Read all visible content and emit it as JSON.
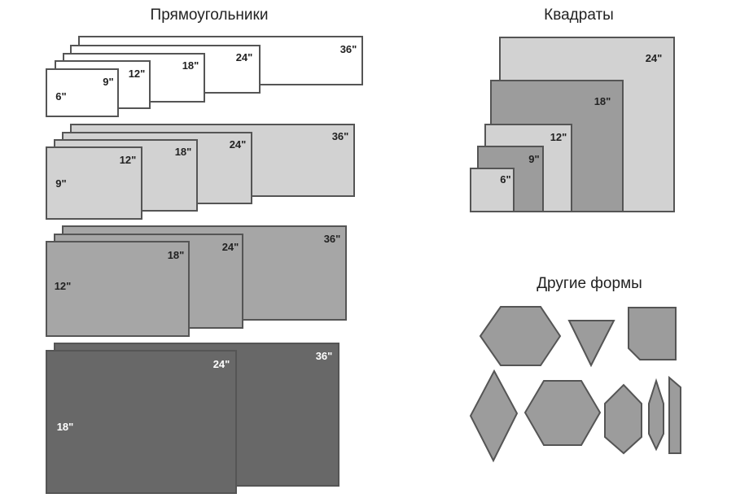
{
  "titles": {
    "rectangles": "Прямоугольники",
    "squares": "Квадраты",
    "other_shapes": "Другие формы"
  },
  "rect_groups": [
    {
      "width": "6\"",
      "lengths": [
        "9\"",
        "12\"",
        "18\"",
        "24\"",
        "36\""
      ]
    },
    {
      "width": "9\"",
      "lengths": [
        "12\"",
        "18\"",
        "24\"",
        "36\""
      ]
    },
    {
      "width": "12\"",
      "lengths": [
        "18\"",
        "24\"",
        "36\""
      ]
    },
    {
      "width": "18\"",
      "lengths": [
        "24\"",
        "36\""
      ]
    }
  ],
  "squares": [
    "6\"",
    "9\"",
    "12\"",
    "18\"",
    "24\""
  ],
  "colors": {
    "white": "#ffffff",
    "light": "#d2d2d2",
    "medium": "#a6a6a6",
    "dark": "#686868",
    "stroke": "#555555"
  }
}
